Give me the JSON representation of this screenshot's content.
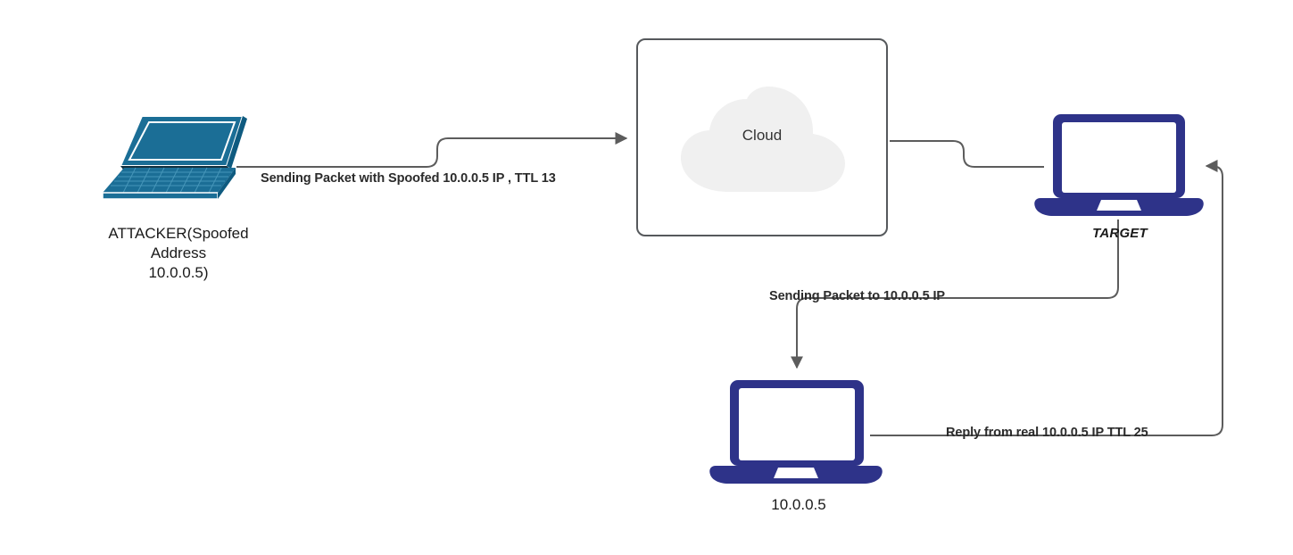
{
  "diagram": {
    "title": "IP Spoofing / Idle Scan Network Diagram",
    "background": "#ffffff",
    "colors": {
      "wire": "#5c5c5c",
      "navy": "#2e3389",
      "teal": "#1b6e96",
      "teal_dark": "#0f5b80",
      "cloud_fill": "#f0f0f0",
      "box_border": "#56595c",
      "text": "#1a1a1a",
      "label_text": "#2b2b2b"
    }
  },
  "nodes": {
    "attacker": {
      "label": "ATTACKER(Spoofed\nAddress\n10.0.0.5)",
      "icon": "laptop-isometric-icon"
    },
    "cloud": {
      "label": "Cloud",
      "icon": "cloud-icon"
    },
    "target": {
      "label": "TARGET",
      "icon": "laptop-icon"
    },
    "victim": {
      "label": "10.0.0.5",
      "icon": "laptop-icon"
    }
  },
  "edges": [
    {
      "id": "attacker-to-cloud",
      "label": "Sending Packet with Spoofed 10.0.0.5 IP , TTL 13",
      "from": "attacker",
      "to": "cloud",
      "arrowhead": "right"
    },
    {
      "id": "cloud-to-target",
      "label": "",
      "from": "cloud",
      "to": "target",
      "arrowhead": "none"
    },
    {
      "id": "target-to-victim",
      "label": "Sending Packet to 10.0.0.5 IP",
      "from": "target",
      "to": "victim",
      "arrowhead": "down"
    },
    {
      "id": "victim-to-target",
      "label": "Reply from real 10.0.0.5 IP TTL 25",
      "from": "victim",
      "to": "target",
      "arrowhead": "left"
    }
  ]
}
